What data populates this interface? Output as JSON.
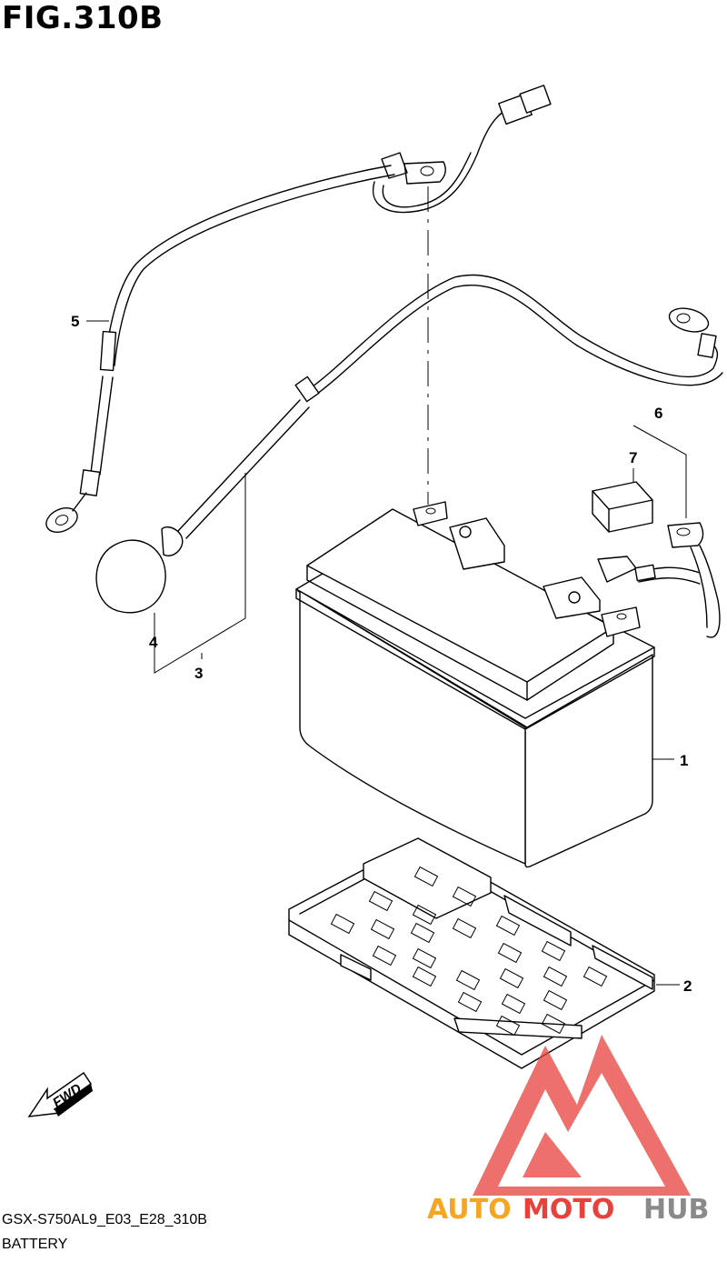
{
  "figure": {
    "title": "FIG.310B"
  },
  "callouts": [
    "1",
    "2",
    "3",
    "4",
    "5",
    "6",
    "7"
  ],
  "fwd_label": "FWD",
  "footer": {
    "model_code": "GSX-S750AL9_E03_E28_310B",
    "section": "BATTERY"
  },
  "watermark": {
    "part1": "AUTO",
    "part2": "MOTO",
    "part3": "HUB",
    "color_orange": "#f5a623",
    "color_red": "#e8413c",
    "color_gray": "#8a8a8a"
  }
}
